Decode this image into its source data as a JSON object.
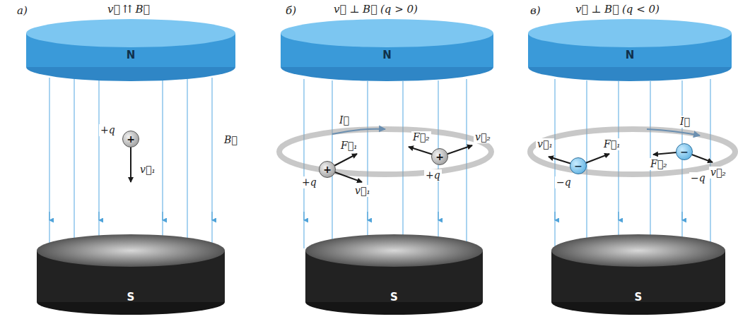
{
  "diagram": {
    "nodes": [
      {
        "text": [
          "N"
        ]
      },
      {
        "text": [
          "+"
        ]
      },
      {
        "text": [
          "S"
        ]
      },
      {
        "text": [
          "N"
        ]
      },
      {
        "text": [
          "+"
        ]
      },
      {
        "text": [
          "+"
        ]
      },
      {
        "text": [
          "S"
        ]
      },
      {
        "text": [
          "N"
        ]
      },
      {
        "text": [
          "−"
        ]
      },
      {
        "text": [
          "−"
        ]
      },
      {
        "text": [
          "S"
        ]
      }
    ],
    "labels": [
      "а)",
      "v⃗ ⇈ B⃗",
      "+q",
      "v⃗₁",
      "B⃗",
      "б)",
      "v⃗ ⊥ B⃗ (q > 0)",
      "I⃗",
      "F⃗₁",
      "+q",
      "v⃗₁",
      "F⃗₂",
      "+q",
      "v⃗₂",
      "в)",
      "v⃗ ⊥ B⃗ (q < 0)",
      "I⃗",
      "v⃗₁",
      "F⃗₁",
      "−q",
      "F⃗₂",
      "v⃗₂",
      "−q"
    ]
  }
}
